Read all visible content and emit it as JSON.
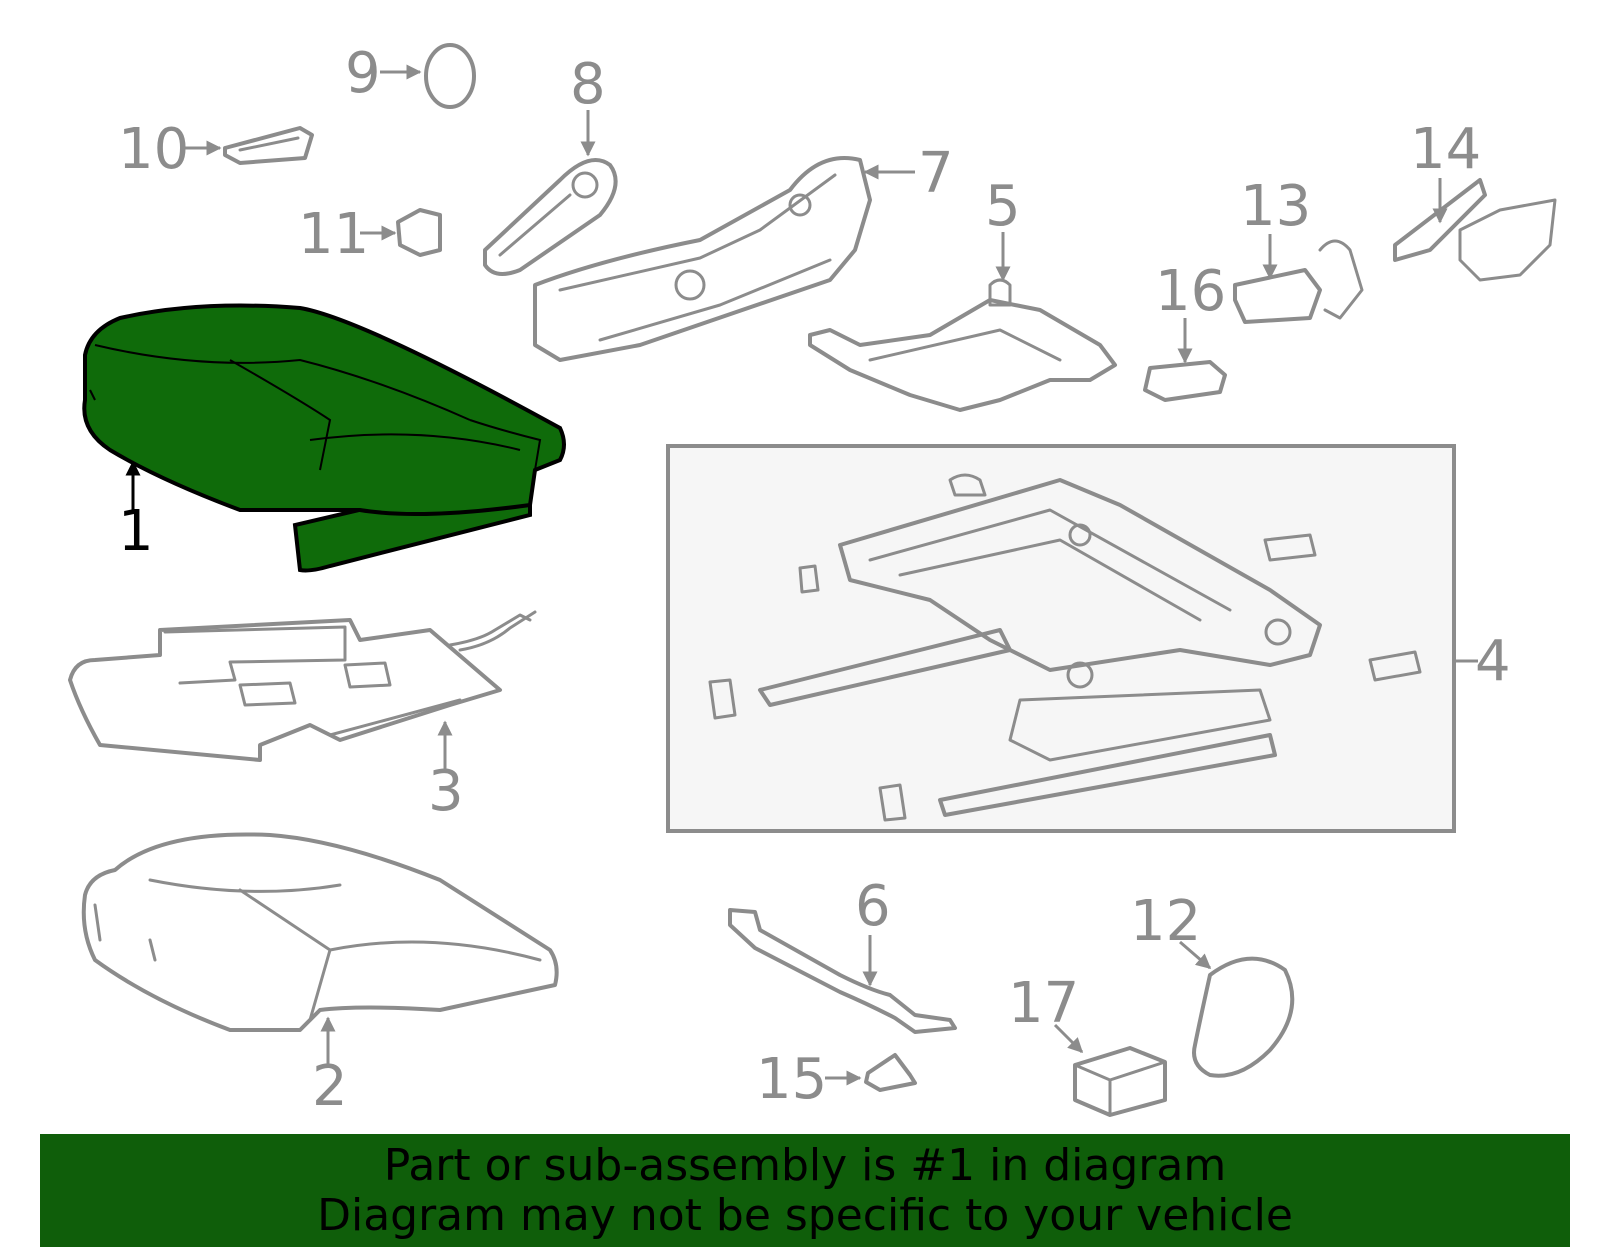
{
  "colors": {
    "highlight_fill": "#0f6b0a",
    "highlight_stroke": "#000000",
    "line": "#8c8c8c",
    "banner_bg": "#0f5e0a"
  },
  "callouts": {
    "c1": "1",
    "c2": "2",
    "c3": "3",
    "c4": "4",
    "c5": "5",
    "c6": "6",
    "c7": "7",
    "c8": "8",
    "c9": "9",
    "c10": "10",
    "c11": "11",
    "c12": "12",
    "c13": "13",
    "c14": "14",
    "c15": "15",
    "c16": "16",
    "c17": "17"
  },
  "highlighted_part": "1",
  "banner": {
    "line1": "Part or sub-assembly is #1 in diagram",
    "line2": "Diagram may not be specific to your vehicle"
  }
}
